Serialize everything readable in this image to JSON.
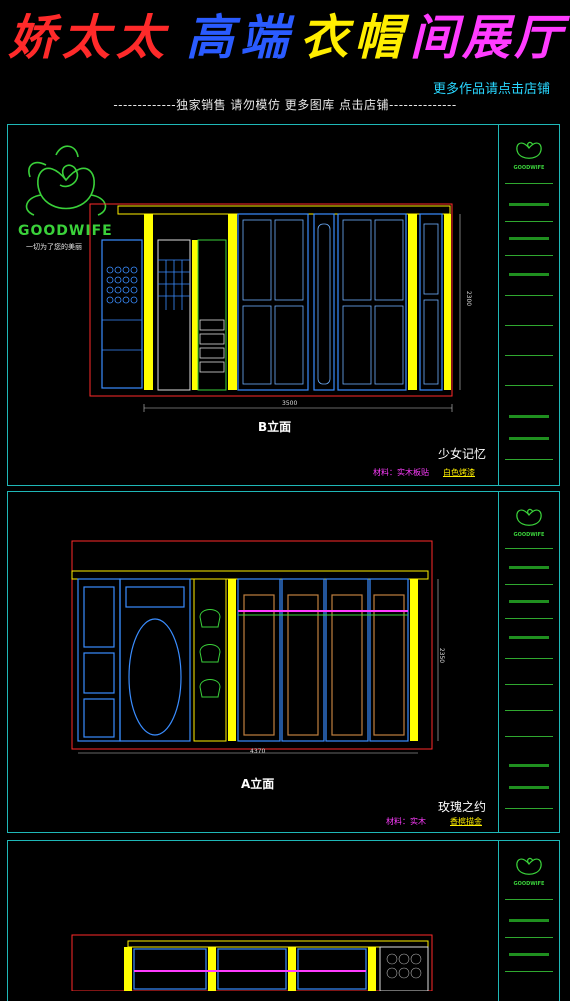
{
  "banner": {
    "title_chars": [
      {
        "ch": "娇",
        "color": "#ff2a2a"
      },
      {
        "ch": "太",
        "color": "#ff2a2a"
      },
      {
        "ch": "太",
        "color": "#ff2a2a"
      },
      {
        "ch": "高",
        "color": "#2a5bff"
      },
      {
        "ch": "端",
        "color": "#2a5bff"
      },
      {
        "ch": "衣",
        "color": "#ffee00"
      },
      {
        "ch": "帽",
        "color": "#ffee00"
      },
      {
        "ch": "间",
        "color": "#ff3cff"
      },
      {
        "ch": "展",
        "color": "#ff3cff"
      },
      {
        "ch": "厅",
        "color": "#ff3cff"
      }
    ],
    "shop_link": "更多作品请点击店铺",
    "subline": "-------------独家销售  请勿模仿  更多图库  点击店铺--------------"
  },
  "sheet1": {
    "brand": "GOODWIFE",
    "tagline": "一切为了您的美丽",
    "elevation_label": "B立面",
    "project_name": "少女记忆",
    "material_note": "材料：实木板贴",
    "finish_note": "白色烤漆",
    "width_dim": "3500",
    "height_dim": "2300",
    "tb_brand": "GOODWIFE"
  },
  "sheet2": {
    "elevation_label": "A立面",
    "project_name": "玫瑰之约",
    "material_note": "材料：实木",
    "finish_note": "香槟描金",
    "width_dim": "4370",
    "height_dim": "2350",
    "tb_brand": "GOODWIFE"
  },
  "sheet3": {
    "tb_brand": "GOODWIFE"
  },
  "colors": {
    "frame": "#1fb8b8",
    "panel": "#3a8dff",
    "pillar": "#ffff00",
    "accent_red": "#ff2a2a",
    "accent_pink": "#ff3cff",
    "green": "#3ad13a"
  }
}
